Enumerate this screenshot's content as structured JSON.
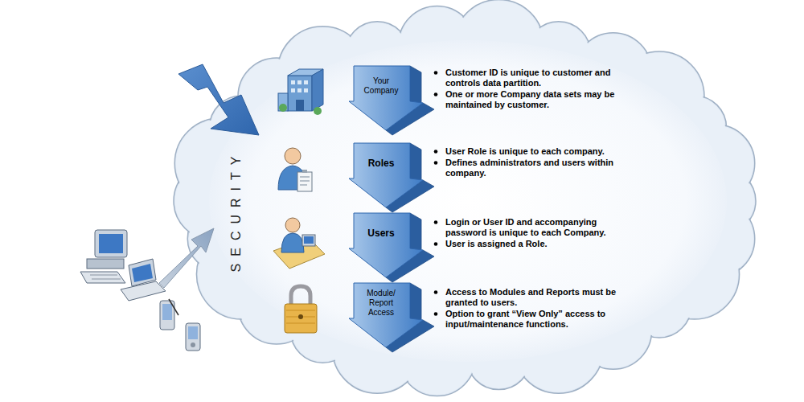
{
  "diagram": {
    "nodes": [
      {
        "text": [
          "Your Company"
        ]
      },
      {
        "text": [
          "Roles"
        ]
      },
      {
        "text": [
          "Users"
        ]
      },
      {
        "text": [
          "Module/ Report Access"
        ]
      }
    ],
    "labels": [
      "SECURITY",
      "Customer ID is unique to customer and controls data partition.",
      "One or more Company data sets may be maintained by customer.",
      "User Role is unique to each company.",
      "Defines administrators and users within company.",
      "Login or User ID and accompanying password is unique to each Company.",
      "User is assigned a Role.",
      "Access to Modules and Reports must be granted to users.",
      "Option to grant “View Only” access to input/maintenance functions."
    ]
  }
}
